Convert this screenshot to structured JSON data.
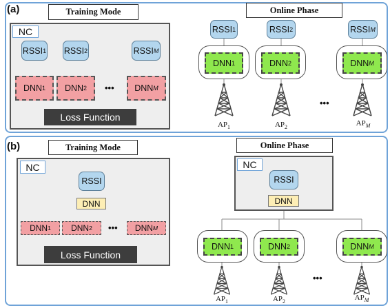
{
  "panel_a": {
    "label": "(a)",
    "training_title": "Training Mode",
    "online_title": "Online Phase",
    "nc_tag": "NC",
    "rssi": [
      {
        "base": "RSSI",
        "sub": "1"
      },
      {
        "base": "RSSI",
        "sub": "2"
      },
      {
        "base": "RSSI",
        "sub": "M"
      }
    ],
    "dnn": [
      {
        "base": "DNN",
        "sub": "1"
      },
      {
        "base": "DNN",
        "sub": "2"
      },
      {
        "base": "DNN",
        "sub": "M"
      }
    ],
    "ellipsis": "•••",
    "loss": "Loss Function",
    "aps": [
      {
        "base": "AP",
        "sub": "1"
      },
      {
        "base": "AP",
        "sub": "2"
      },
      {
        "base": "AP",
        "sub": "M"
      }
    ]
  },
  "panel_b": {
    "label": "(b)",
    "training_title": "Training Mode",
    "online_title": "Online Phase",
    "nc_tag": "NC",
    "rssi": "RSSI",
    "dnn_shared": "DNN",
    "dnn": [
      {
        "base": "DNN",
        "sub": "1"
      },
      {
        "base": "DNN",
        "sub": "2"
      },
      {
        "base": "DNN",
        "sub": "M"
      }
    ],
    "ellipsis": "•••",
    "loss": "Loss Function",
    "aps": [
      {
        "base": "AP",
        "sub": "1"
      },
      {
        "base": "AP",
        "sub": "2"
      },
      {
        "base": "AP",
        "sub": "M"
      }
    ]
  },
  "colors": {
    "panel_border": "#6fa3d8",
    "rssi_fill": "#b3d6ee",
    "dnn_training_fill": "#f2a0a3",
    "dnn_online_fill": "#8fe84e",
    "dnn_shared_fill": "#fdeeb5",
    "loss_fill": "#3d3d3d",
    "nc_fill": "#eeeeee"
  },
  "icons": [
    "cell-tower-icon"
  ]
}
